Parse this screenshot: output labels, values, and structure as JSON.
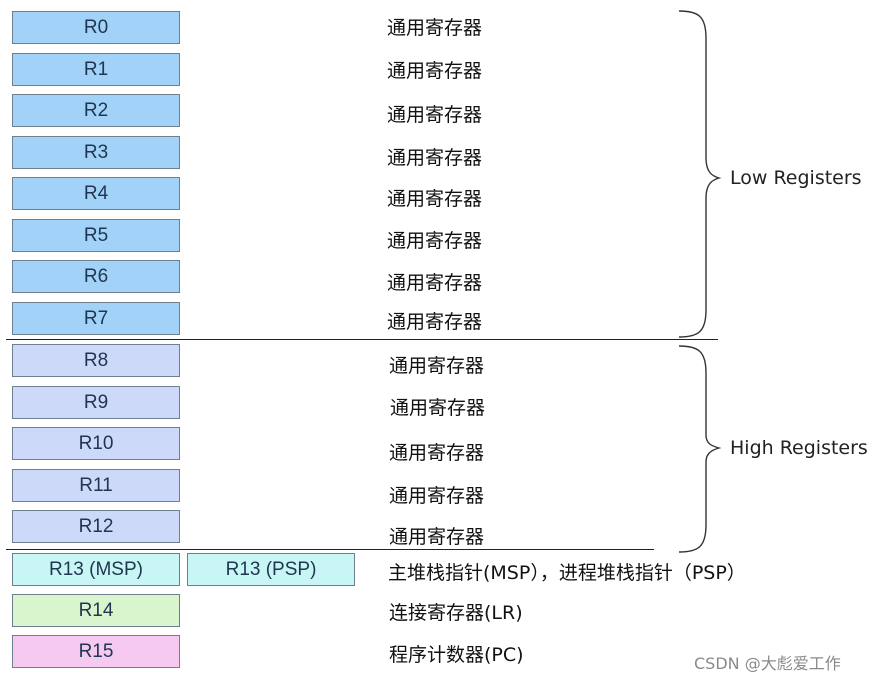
{
  "registers": {
    "low": [
      {
        "name": "R0",
        "desc": "通用寄存器"
      },
      {
        "name": "R1",
        "desc": "通用寄存器"
      },
      {
        "name": "R2",
        "desc": "通用寄存器"
      },
      {
        "name": "R3",
        "desc": "通用寄存器"
      },
      {
        "name": "R4",
        "desc": "通用寄存器"
      },
      {
        "name": "R5",
        "desc": "通用寄存器"
      },
      {
        "name": "R6",
        "desc": "通用寄存器"
      },
      {
        "name": "R7",
        "desc": "通用寄存器"
      }
    ],
    "high": [
      {
        "name": "R8",
        "desc": "通用寄存器"
      },
      {
        "name": "R9",
        "desc": "通用寄存器"
      },
      {
        "name": "R10",
        "desc": "通用寄存器"
      },
      {
        "name": "R11",
        "desc": "通用寄存器"
      },
      {
        "name": "R12",
        "desc": "通用寄存器"
      }
    ],
    "special": {
      "r13_msp": "R13 (MSP)",
      "r13_psp": "R13 (PSP)",
      "r13_desc": "主堆栈指针(MSP），进程堆栈指针（PSP）",
      "r14": "R14",
      "r14_desc": "连接寄存器(LR)",
      "r15": "R15",
      "r15_desc": "程序计数器(PC)"
    }
  },
  "groups": {
    "low_label": "Low Registers",
    "high_label": "High Registers"
  },
  "watermark": "CSDN @大彪爱工作",
  "colors": {
    "low_fill": "#a3d2f8",
    "high_fill": "#cdd9f8",
    "sp_fill": "#c8f6f4",
    "lr_fill": "#d9f5cd",
    "pc_fill": "#f6c9f1",
    "border": "#6e7f8f"
  }
}
